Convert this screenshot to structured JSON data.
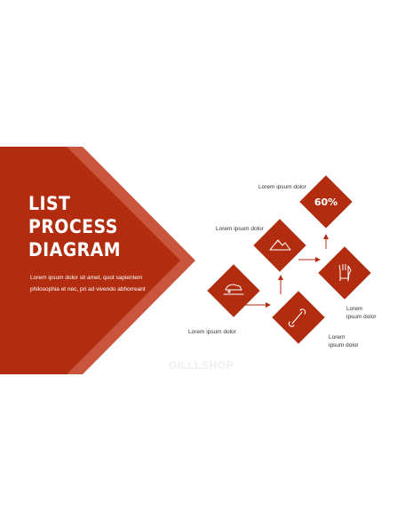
{
  "slide": {
    "title_lines": [
      "LIST",
      "PROCESS",
      "DIAGRAM"
    ],
    "body_text": "Lorem ipsum dolor sit amet, quot sapientem philosophia et nec, pri ad vivendo abhorreant",
    "watermark": "GILLLSHOP"
  },
  "diagram": {
    "nodes": [
      {
        "icon": "snowmobile-icon",
        "label": "Lorem ipsum dolor"
      },
      {
        "icon": "mountain-icon",
        "label": "Lorem ipsum dolor"
      },
      {
        "icon": "percentage-value",
        "value": "60%",
        "label": "Lorem ipsum dolor"
      },
      {
        "icon": "wrench-icon",
        "label_lines": [
          "Lorem",
          "ipsum dolor"
        ]
      },
      {
        "icon": "glove-icon",
        "label_lines": [
          "Lorem",
          "ipsum dolor"
        ]
      }
    ]
  },
  "colors": {
    "primary": "#b22d10",
    "light": "#d0624a"
  }
}
